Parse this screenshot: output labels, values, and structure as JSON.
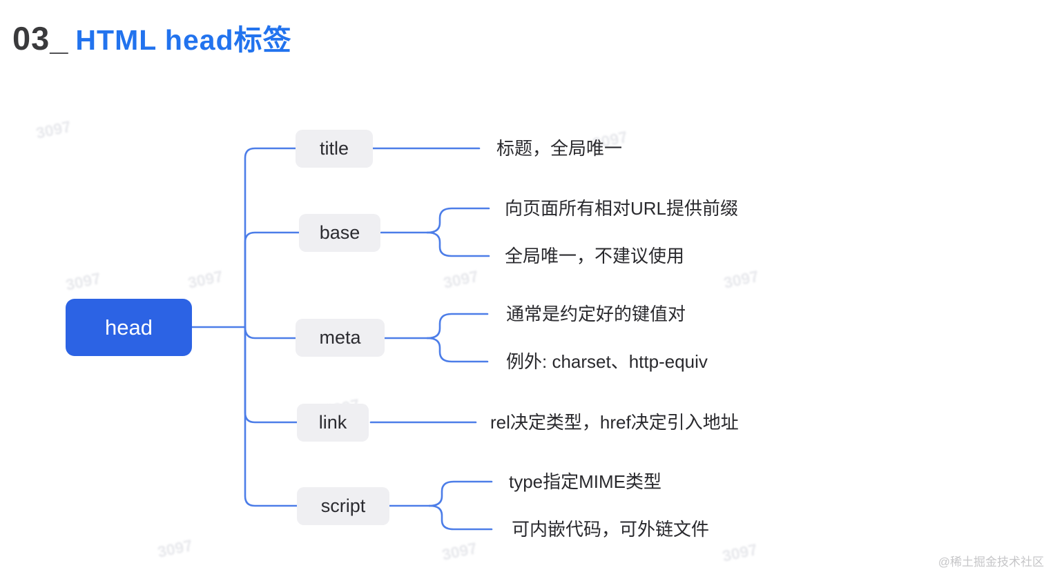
{
  "header": {
    "number": "03_",
    "title": "HTML head标签"
  },
  "mindmap": {
    "root": {
      "label": "head"
    },
    "branches": [
      {
        "label": "title",
        "leaves": [
          "标题，全局唯一"
        ]
      },
      {
        "label": "base",
        "leaves": [
          "向页面所有相对URL提供前缀",
          "全局唯一，不建议使用"
        ]
      },
      {
        "label": "meta",
        "leaves": [
          "通常是约定好的键值对",
          "例外: charset、http-equiv"
        ]
      },
      {
        "label": "link",
        "leaves": [
          "rel决定类型，href决定引入地址"
        ]
      },
      {
        "label": "script",
        "leaves": [
          "type指定MIME类型",
          "可内嵌代码，可外链文件"
        ]
      }
    ]
  },
  "watermark": {
    "text": "3097"
  },
  "footer": {
    "credit": "@稀土掘金技术社区"
  },
  "colors": {
    "title_blue": "#2273ee",
    "root_node_blue": "#2c63e4",
    "line_blue": "#4c7de8",
    "child_node_gray": "#efeff2",
    "text_dark": "#29292d"
  }
}
